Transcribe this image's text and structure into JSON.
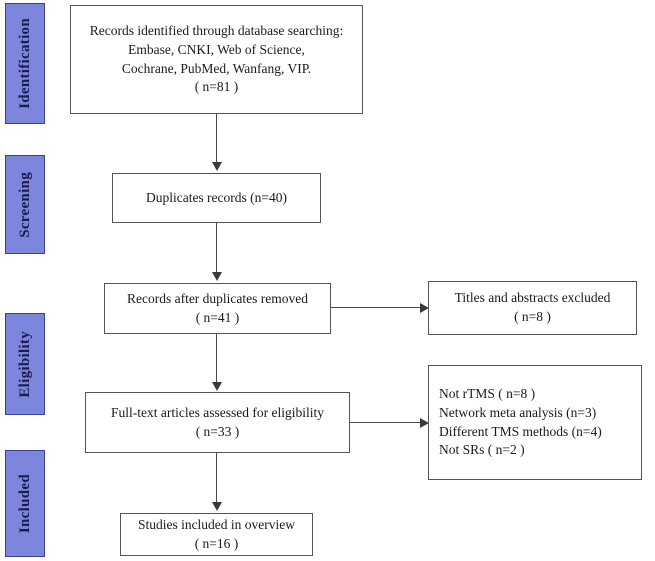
{
  "diagram": {
    "title": "PRISMA study selection flow diagram",
    "type": "flowchart",
    "colors": {
      "stage_fill": "#7d86dd",
      "stage_border": "#3b3f99",
      "stage_text": "#1b1b4d",
      "box_border": "#555555",
      "connector": "#4a4a4a",
      "background": "#ffffff"
    }
  },
  "stages": [
    {
      "label": "Identification"
    },
    {
      "label": "Screening"
    },
    {
      "label": "Eligibility"
    },
    {
      "label": "Included"
    }
  ],
  "boxes": {
    "identified": {
      "line1": "Records identified through database searching:",
      "line2": "Embase, CNKI, Web of Science,",
      "line3": "Cochrane, PubMed, Wanfang, VIP.",
      "line4": "( n=81 )",
      "count": 81
    },
    "duplicates": {
      "line1": "Duplicates records (n=40)",
      "count": 40
    },
    "after_duplicates": {
      "line1": "Records after duplicates removed",
      "line2": "( n=41 )",
      "count": 41
    },
    "titles_excluded": {
      "line1": "Titles and abstracts excluded",
      "line2": "( n=8 )",
      "count": 8
    },
    "fulltext_assessed": {
      "line1": "Full-text articles assessed for eligibility",
      "line2": "( n=33 )",
      "count": 33
    },
    "fulltext_excluded": {
      "line1": "Not rTMS ( n=8 )",
      "line2": "Network meta analysis (n=3)",
      "line3": "Different TMS methods (n=4)",
      "line4": "Not SRs ( n=2 )",
      "counts": [
        8,
        3,
        4,
        2
      ]
    },
    "included": {
      "line1": "Studies included in overview",
      "line2": "( n=16 )",
      "count": 16
    }
  }
}
